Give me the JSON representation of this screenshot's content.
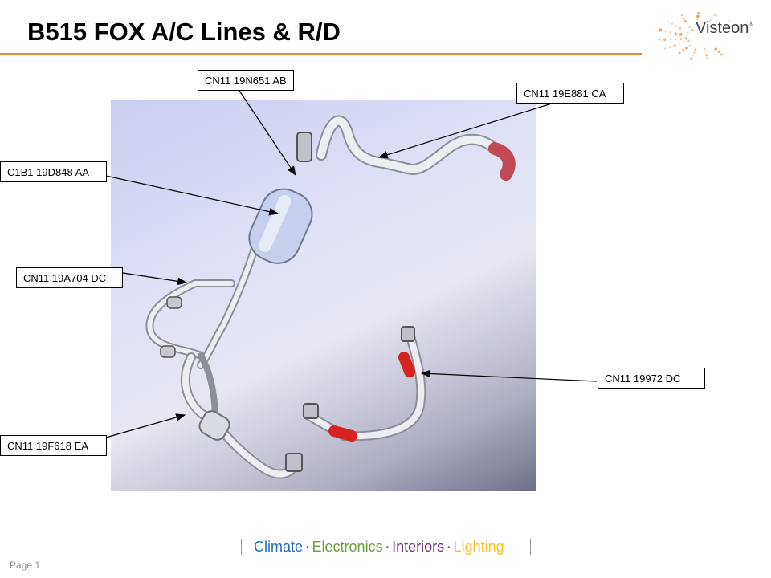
{
  "title": "B515 FOX A/C Lines & R/D",
  "logo": {
    "text": "Visteon",
    "mark": "®",
    "accent": "#e8892c"
  },
  "callouts": [
    {
      "id": "top",
      "label": "CN11 19N651 AB"
    },
    {
      "id": "top-right",
      "label": "CN11 19E881 CA"
    },
    {
      "id": "left-upper",
      "label": "C1B1 19D848 AA"
    },
    {
      "id": "left-mid",
      "label": "CN11 19A704 DC"
    },
    {
      "id": "right-mid",
      "label": "CN11 19972 DC"
    },
    {
      "id": "left-lower",
      "label": "CN11 19F618 EA"
    }
  ],
  "footer": {
    "tagline": [
      {
        "word": "Climate",
        "color": "#1f6fb0"
      },
      {
        "word": "Electronics",
        "color": "#6a9f3a"
      },
      {
        "word": "Interiors",
        "color": "#6b2d86"
      },
      {
        "word": "Lighting",
        "color": "#f2c125"
      }
    ],
    "separator": "•",
    "page": "Page 1"
  }
}
